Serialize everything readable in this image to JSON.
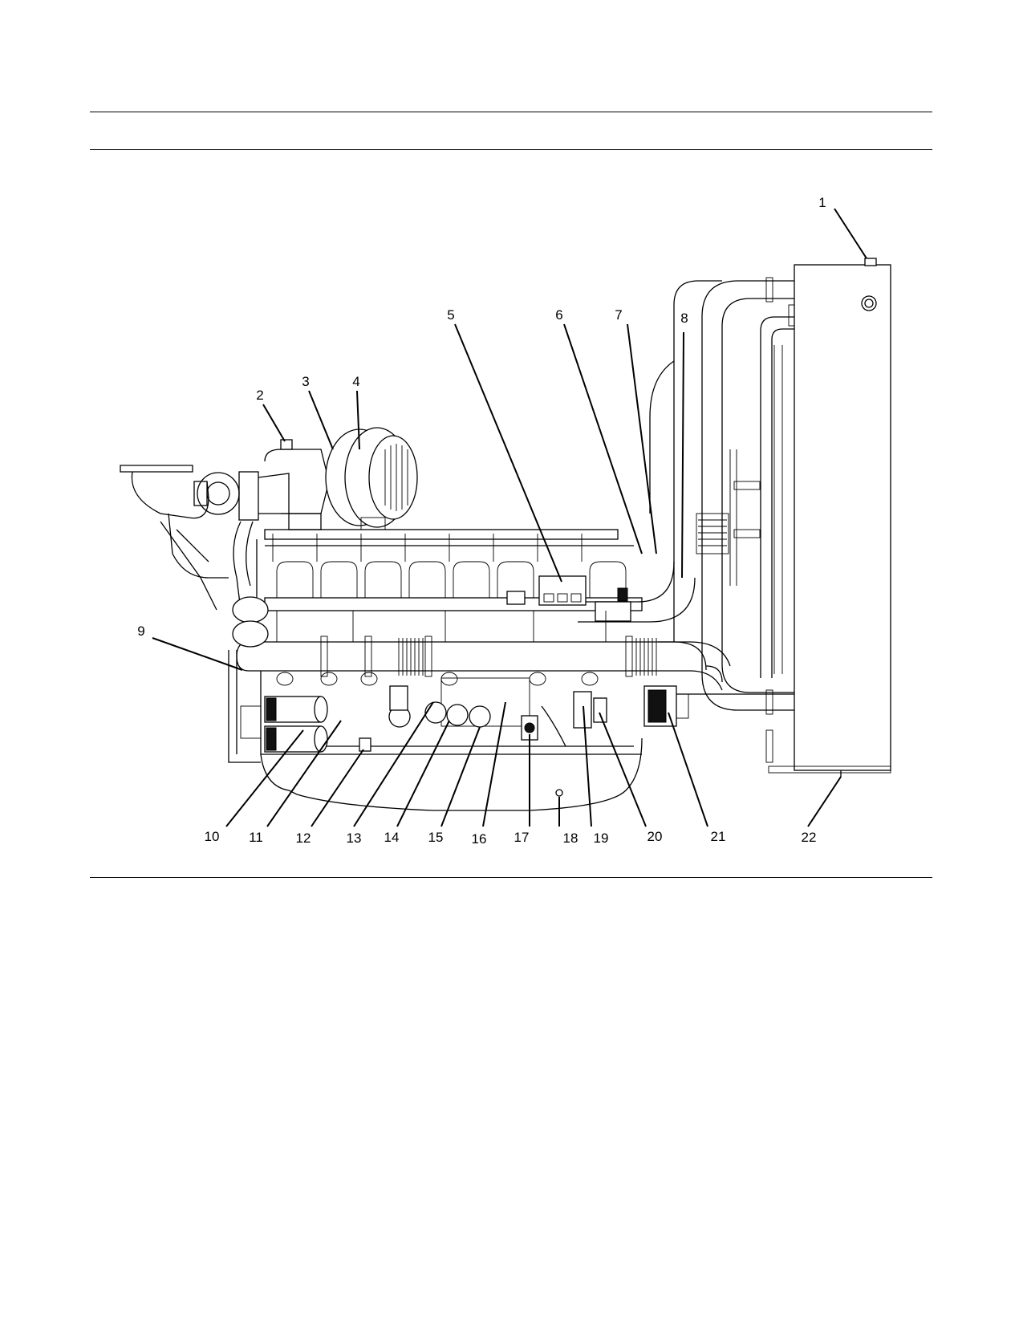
{
  "figure": {
    "callouts": [
      "1",
      "2",
      "3",
      "4",
      "5",
      "6",
      "7",
      "8",
      "9",
      "10",
      "11",
      "12",
      "13",
      "14",
      "15",
      "16",
      "17",
      "18",
      "19",
      "20",
      "21",
      "22"
    ]
  }
}
